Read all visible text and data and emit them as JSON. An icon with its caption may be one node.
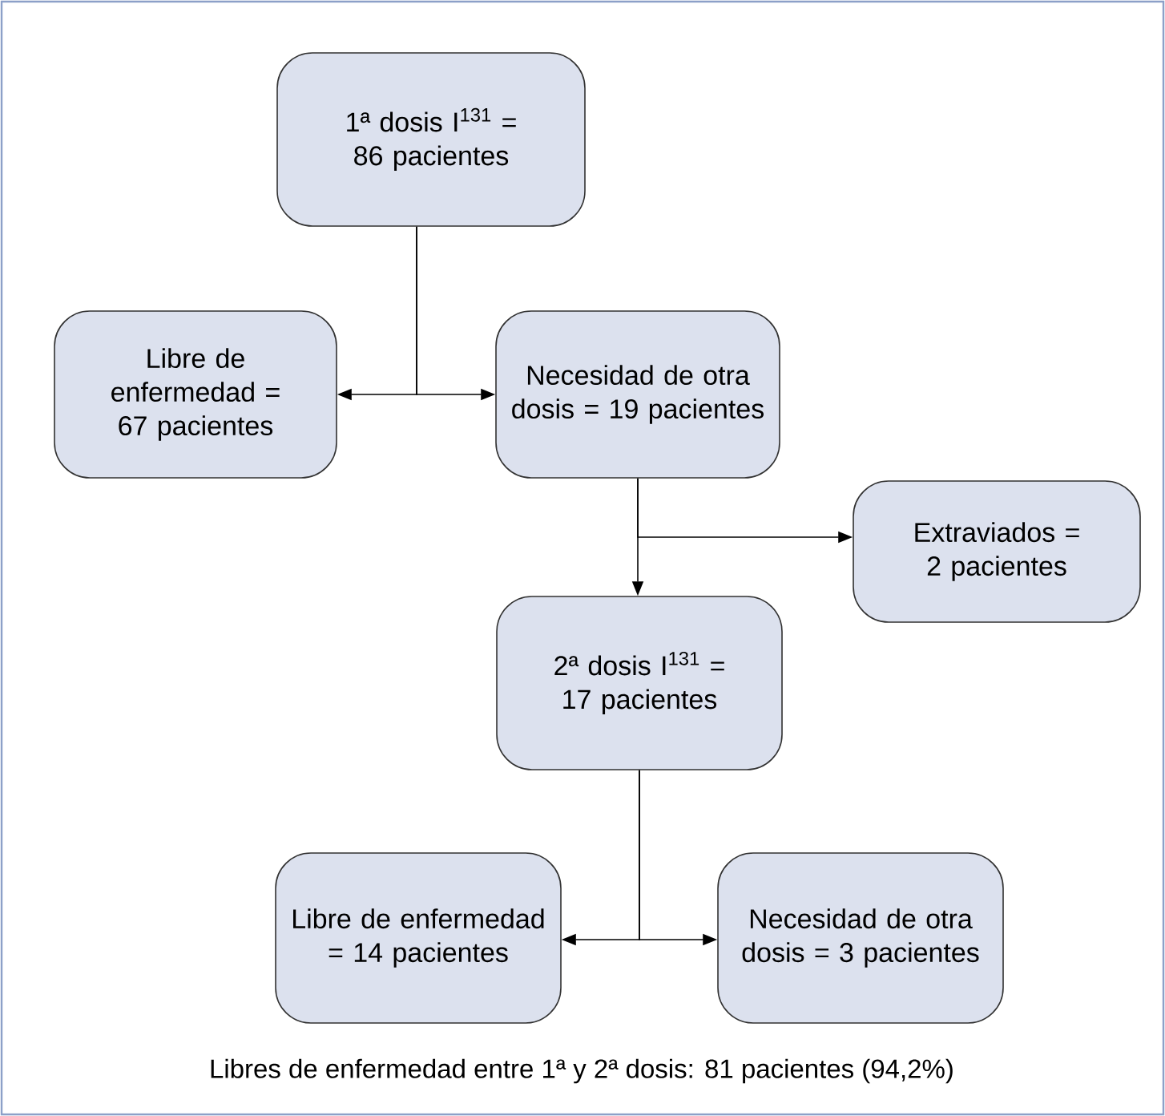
{
  "diagram": {
    "caption": "Libres de enfermedad entre 1ª y 2ª dosis: 81 pacientes (94,2%)",
    "nodes": [
      {
        "text": [
          "1ª dosis I$^{131}$ = 86 pacientes"
        ]
      },
      {
        "text": [
          "Libre de enfermedad = 67 pacientes"
        ]
      },
      {
        "text": [
          "Necesidad de otra dosis = 19 pacientes"
        ]
      },
      {
        "text": [
          "Extraviados = 2 pacientes"
        ]
      },
      {
        "text": [
          "2ª dosis I$^{131}$ = 17 pacientes"
        ]
      },
      {
        "text": [
          "Libre de enfermedad = 14 pacientes"
        ]
      },
      {
        "text": [
          "Necesidad de otra dosis = 3 pacientes"
        ]
      }
    ],
    "edges": [
      {
        "from": 0,
        "to": 1,
        "arrow": "to"
      },
      {
        "from": 0,
        "to": 2,
        "arrow": "to"
      },
      {
        "from": 2,
        "to": 4,
        "arrow": "to"
      },
      {
        "from": 2,
        "to": 3,
        "arrow": "to"
      },
      {
        "from": 4,
        "to": 5,
        "arrow": "to"
      },
      {
        "from": 4,
        "to": 6,
        "arrow": "to"
      }
    ]
  }
}
